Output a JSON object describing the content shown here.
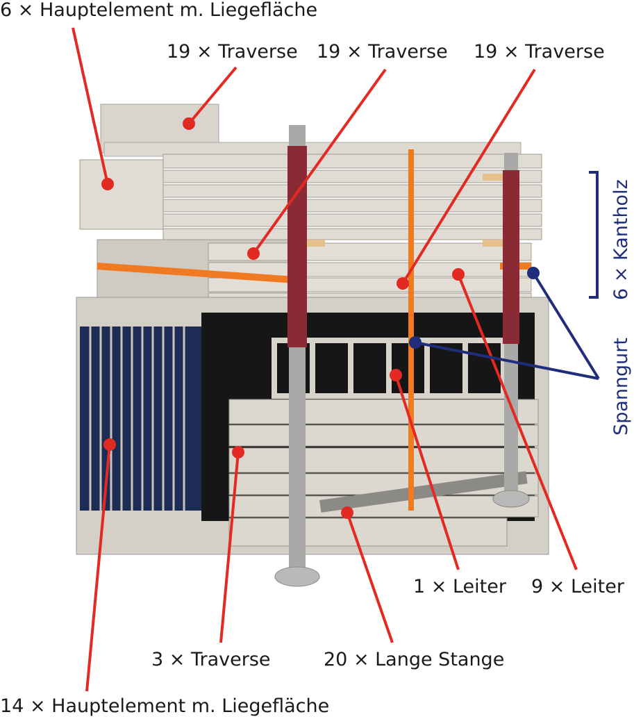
{
  "labels": {
    "top_main": "6 × Hauptelement m. Liegefläche",
    "traverse_a": "19 × Traverse",
    "traverse_b": "19 × Traverse",
    "traverse_c": "19 × Traverse",
    "kantholz": "6 × Kantholz",
    "spanngurt": "Spanngurt",
    "leiter_1": "1 × Leiter",
    "leiter_9": "9 × Leiter",
    "traverse_3": "3 × Traverse",
    "lange_stange": "20 × Lange Stange",
    "bottom_main": "14 × Hauptelement m. Liegefläche"
  },
  "colors": {
    "leader_red": "#e32a22",
    "leader_blue": "#1f2d7a",
    "frame_grey": "#d6d2c8",
    "panel_blue": "#1d2c55",
    "strap_orange": "#f07a22",
    "pole_red": "#8a2a35"
  }
}
